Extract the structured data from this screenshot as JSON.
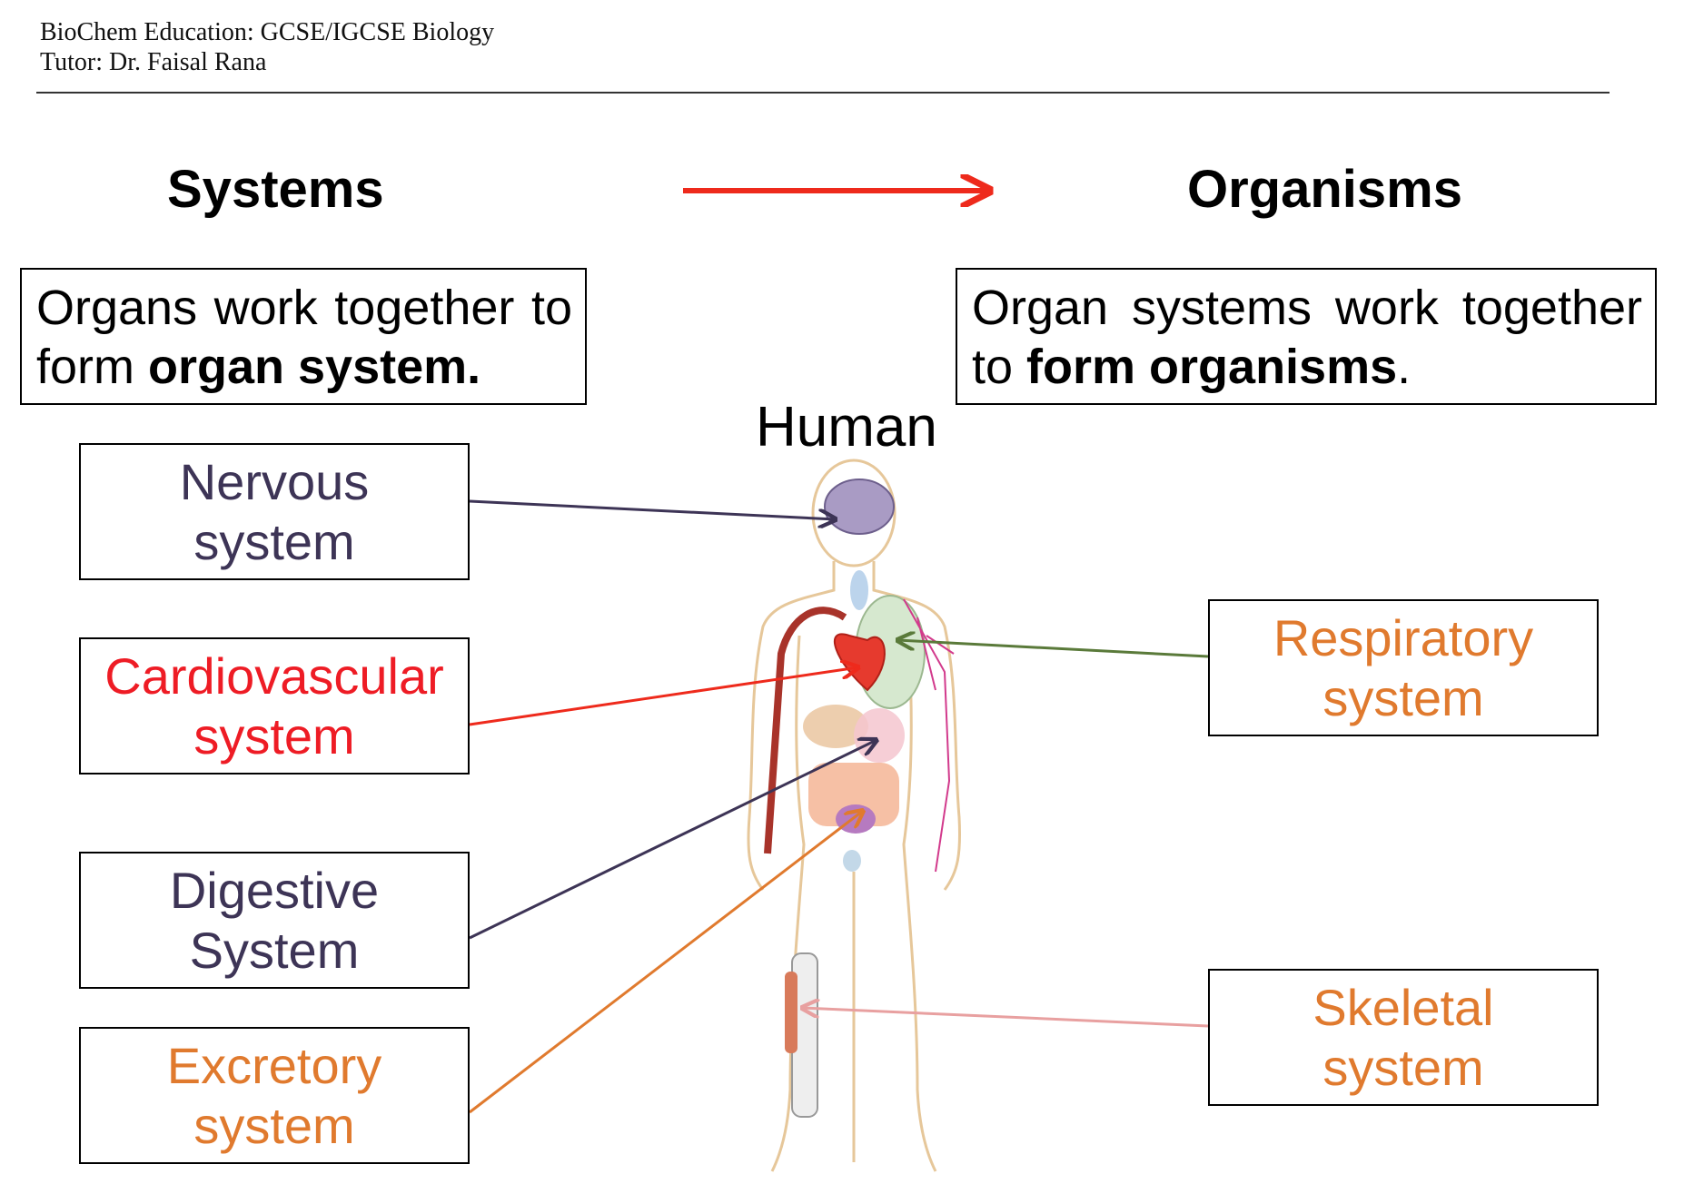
{
  "header": {
    "line1": "BioChem Education: GCSE/IGCSE Biology",
    "line2": "Tutor: Dr. Faisal Rana"
  },
  "headings": {
    "left": "Systems",
    "right": "Organisms"
  },
  "definitions": {
    "left": {
      "plain": "Organs work together to form ",
      "bold": "organ system."
    },
    "right": {
      "plain": "Organ systems work together to ",
      "bold": "form organisms",
      "tail": "."
    }
  },
  "human_label": "Human",
  "systems": {
    "nervous": {
      "line1": "Nervous",
      "line2": "system"
    },
    "cardiovascular": {
      "line1": "Cardiovascular",
      "line2": "system"
    },
    "digestive": {
      "line1": "Digestive",
      "line2": "System"
    },
    "excretory": {
      "line1": "Excretory",
      "line2": "system"
    },
    "respiratory": {
      "line1": "Respiratory",
      "line2": "system"
    },
    "skeletal": {
      "line1": "Skeletal",
      "line2": "system"
    }
  },
  "colors": {
    "nervous": "#3d3456",
    "cardiovascular": "#ee1c25",
    "digestive": "#3d3456",
    "excretory": "#e07a2e",
    "respiratory": "#e07a2e",
    "skeletal": "#e07a2e",
    "main_arrow": "#ee2a1c",
    "respiratory_arrow": "#5a7a3a",
    "skeletal_arrow": "#e8a0a0"
  }
}
